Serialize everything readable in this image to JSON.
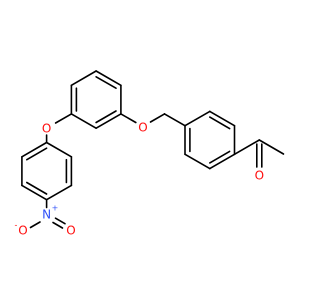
{
  "structure": {
    "atoms": {
      "o_ether_aryl": {
        "symbol": "O",
        "color": "#ff0d0d"
      },
      "o_ether_benzyl": {
        "symbol": "O",
        "color": "#ff0d0d"
      },
      "o_ketone": {
        "symbol": "O",
        "color": "#ff0d0d"
      },
      "n_nitro": {
        "symbol": "N",
        "color": "#3050f8",
        "charge": "+"
      },
      "o_nitro_minus": {
        "symbol": "O",
        "color": "#ff0d0d",
        "charge": "-"
      },
      "o_nitro_double": {
        "symbol": "O",
        "color": "#ff0d0d"
      }
    },
    "bond_color": "#000000"
  }
}
